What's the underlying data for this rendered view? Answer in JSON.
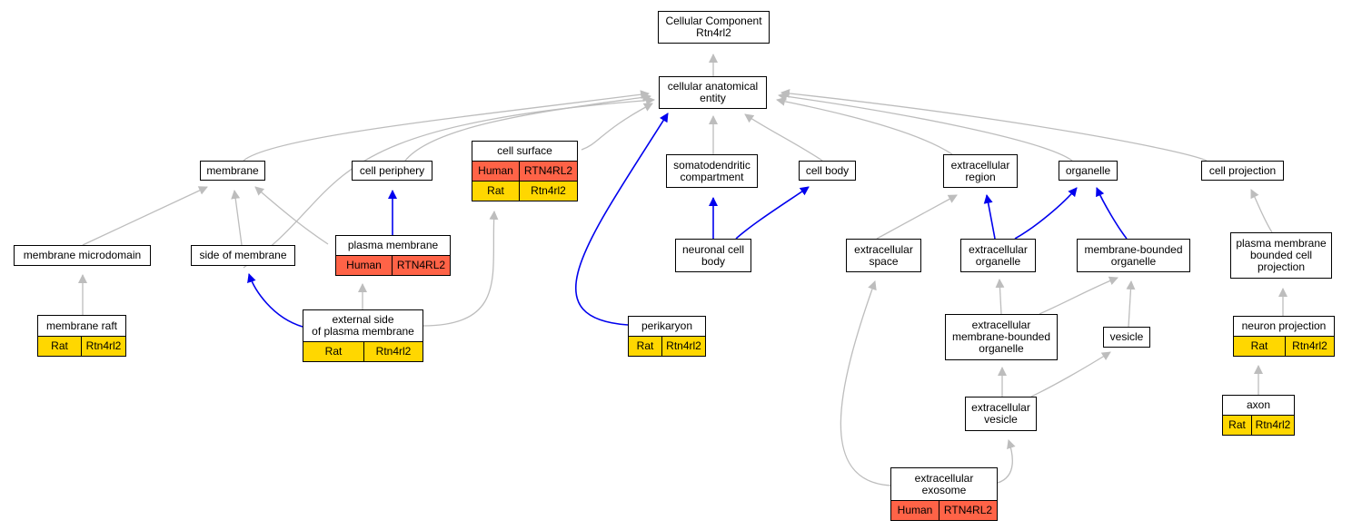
{
  "colors": {
    "human": "#ff6347",
    "rat": "#ffd700",
    "edge_gray": "#bdbdbd",
    "edge_blue": "#0000ee"
  },
  "nodes": {
    "root": {
      "label": "Cellular Component\nRtn4rl2"
    },
    "cae": {
      "label": "cellular anatomical\nentity"
    },
    "membrane": {
      "label": "membrane"
    },
    "cell_periphery": {
      "label": "cell periphery"
    },
    "cell_surface": {
      "label": "cell surface",
      "rows": [
        {
          "species": "Human",
          "gene": "RTN4RL2",
          "color": "human"
        },
        {
          "species": "Rat",
          "gene": "Rtn4rl2",
          "color": "rat"
        }
      ]
    },
    "somatodendritic": {
      "label": "somatodendritic\ncompartment"
    },
    "cell_body": {
      "label": "cell body"
    },
    "extracellular_region": {
      "label": "extracellular\nregion"
    },
    "organelle": {
      "label": "organelle"
    },
    "cell_projection": {
      "label": "cell projection"
    },
    "membrane_microdomain": {
      "label": "membrane microdomain"
    },
    "side_of_membrane": {
      "label": "side of membrane"
    },
    "plasma_membrane": {
      "label": "plasma membrane",
      "rows": [
        {
          "species": "Human",
          "gene": "RTN4RL2",
          "color": "human"
        }
      ]
    },
    "neuronal_cell_body": {
      "label": "neuronal cell\nbody"
    },
    "extracellular_space": {
      "label": "extracellular\nspace"
    },
    "extracellular_organelle": {
      "label": "extracellular\norganelle"
    },
    "membrane_bounded_organelle": {
      "label": "membrane-bounded\norganelle"
    },
    "pm_bounded_cell_projection": {
      "label": "plasma membrane\nbounded cell\nprojection"
    },
    "membrane_raft": {
      "label": "membrane raft",
      "rows": [
        {
          "species": "Rat",
          "gene": "Rtn4rl2",
          "color": "rat"
        }
      ]
    },
    "external_side_pm": {
      "label": "external side\nof plasma membrane",
      "rows": [
        {
          "species": "Rat",
          "gene": "Rtn4rl2",
          "color": "rat"
        }
      ]
    },
    "perikaryon": {
      "label": "perikaryon",
      "rows": [
        {
          "species": "Rat",
          "gene": "Rtn4rl2",
          "color": "rat"
        }
      ]
    },
    "ec_mb_organelle": {
      "label": "extracellular\nmembrane-bounded\norganelle"
    },
    "vesicle": {
      "label": "vesicle"
    },
    "neuron_projection": {
      "label": "neuron projection",
      "rows": [
        {
          "species": "Rat",
          "gene": "Rtn4rl2",
          "color": "rat"
        }
      ]
    },
    "extracellular_vesicle": {
      "label": "extracellular\nvesicle"
    },
    "axon": {
      "label": "axon",
      "rows": [
        {
          "species": "Rat",
          "gene": "Rtn4rl2",
          "color": "rat"
        }
      ]
    },
    "extracellular_exosome": {
      "label": "extracellular\nexosome",
      "rows": [
        {
          "species": "Human",
          "gene": "RTN4RL2",
          "color": "human"
        }
      ]
    }
  },
  "edges": [
    {
      "from": "cae",
      "to": "root",
      "kind": "is_a"
    },
    {
      "from": "membrane",
      "to": "cae",
      "kind": "is_a"
    },
    {
      "from": "cell_periphery",
      "to": "cae",
      "kind": "is_a"
    },
    {
      "from": "cell_surface",
      "to": "cae",
      "kind": "is_a"
    },
    {
      "from": "somatodendritic",
      "to": "cae",
      "kind": "is_a"
    },
    {
      "from": "cell_body",
      "to": "cae",
      "kind": "is_a"
    },
    {
      "from": "extracellular_region",
      "to": "cae",
      "kind": "is_a"
    },
    {
      "from": "organelle",
      "to": "cae",
      "kind": "is_a"
    },
    {
      "from": "cell_projection",
      "to": "cae",
      "kind": "is_a"
    },
    {
      "from": "side_of_membrane",
      "to": "cae",
      "kind": "is_a"
    },
    {
      "from": "extracellular_space",
      "to": "cae",
      "kind": "is_a"
    },
    {
      "from": "perikaryon",
      "to": "cae",
      "kind": "is_a"
    },
    {
      "from": "membrane_microdomain",
      "to": "membrane",
      "kind": "is_a"
    },
    {
      "from": "side_of_membrane",
      "to": "membrane",
      "kind": "part_of"
    },
    {
      "from": "plasma_membrane",
      "to": "membrane",
      "kind": "is_a"
    },
    {
      "from": "plasma_membrane",
      "to": "cell_periphery",
      "kind": "part_of"
    },
    {
      "from": "membrane_raft",
      "to": "membrane_microdomain",
      "kind": "is_a"
    },
    {
      "from": "external_side_pm",
      "to": "side_of_membrane",
      "kind": "is_a"
    },
    {
      "from": "external_side_pm",
      "to": "plasma_membrane",
      "kind": "part_of"
    },
    {
      "from": "external_side_pm",
      "to": "cell_surface",
      "kind": "part_of"
    },
    {
      "from": "neuronal_cell_body",
      "to": "somatodendritic",
      "kind": "part_of"
    },
    {
      "from": "neuronal_cell_body",
      "to": "cell_body",
      "kind": "is_a"
    },
    {
      "from": "perikaryon",
      "to": "neuronal_cell_body",
      "kind": "part_of"
    },
    {
      "from": "extracellular_space",
      "to": "extracellular_region",
      "kind": "part_of"
    },
    {
      "from": "extracellular_organelle",
      "to": "extracellular_region",
      "kind": "part_of"
    },
    {
      "from": "extracellular_organelle",
      "to": "organelle",
      "kind": "is_a"
    },
    {
      "from": "membrane_bounded_organelle",
      "to": "organelle",
      "kind": "is_a"
    },
    {
      "from": "pm_bounded_cell_projection",
      "to": "cell_projection",
      "kind": "is_a"
    },
    {
      "from": "ec_mb_organelle",
      "to": "extracellular_organelle",
      "kind": "is_a"
    },
    {
      "from": "ec_mb_organelle",
      "to": "membrane_bounded_organelle",
      "kind": "is_a"
    },
    {
      "from": "vesicle",
      "to": "membrane_bounded_organelle",
      "kind": "is_a"
    },
    {
      "from": "neuron_projection",
      "to": "pm_bounded_cell_projection",
      "kind": "is_a"
    },
    {
      "from": "extracellular_vesicle",
      "to": "ec_mb_organelle",
      "kind": "is_a"
    },
    {
      "from": "extracellular_vesicle",
      "to": "vesicle",
      "kind": "is_a"
    },
    {
      "from": "axon",
      "to": "neuron_projection",
      "kind": "is_a"
    },
    {
      "from": "extracellular_exosome",
      "to": "extracellular_space",
      "kind": "part_of"
    },
    {
      "from": "extracellular_exosome",
      "to": "extracellular_vesicle",
      "kind": "is_a"
    }
  ]
}
